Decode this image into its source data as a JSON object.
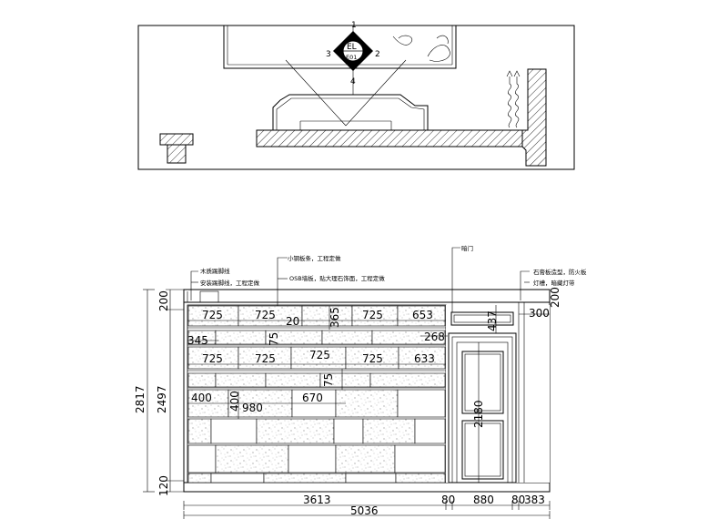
{
  "plan": {
    "index_symbol": {
      "top": "1",
      "right": "2",
      "bottom": "4",
      "left": "3",
      "code": "EL",
      "sheet": "E01"
    }
  },
  "annotations": {
    "left_top": "木质踢脚线",
    "left_second": "安装踢脚线，工程定做",
    "middle_top": "小钢板条，工程定做",
    "middle_second": "OSB墙板，贴大理石饰面，工程定做",
    "door_label": "暗门",
    "right_top": "石膏板造型，防火板",
    "right_second": "灯槽，暗藏灯带"
  },
  "dimensions": {
    "row1": [
      "725",
      "725",
      "20",
      "365",
      "725",
      "653"
    ],
    "row2_left": "345",
    "row2_mid": "75",
    "row2_right": "268",
    "row3": [
      "725",
      "725",
      "725",
      "725",
      "633"
    ],
    "row4_mid": "75",
    "row5": [
      "400",
      "400",
      "980",
      "670"
    ],
    "box_height": "437",
    "box_right": "300",
    "door_height": "2180",
    "right_top_v": "200",
    "left_v": [
      "200",
      "2497",
      "120"
    ],
    "total_v": "2817",
    "bottom_parts": [
      "3613",
      "80",
      "880",
      "80",
      "383"
    ],
    "bottom_total": "5036"
  }
}
